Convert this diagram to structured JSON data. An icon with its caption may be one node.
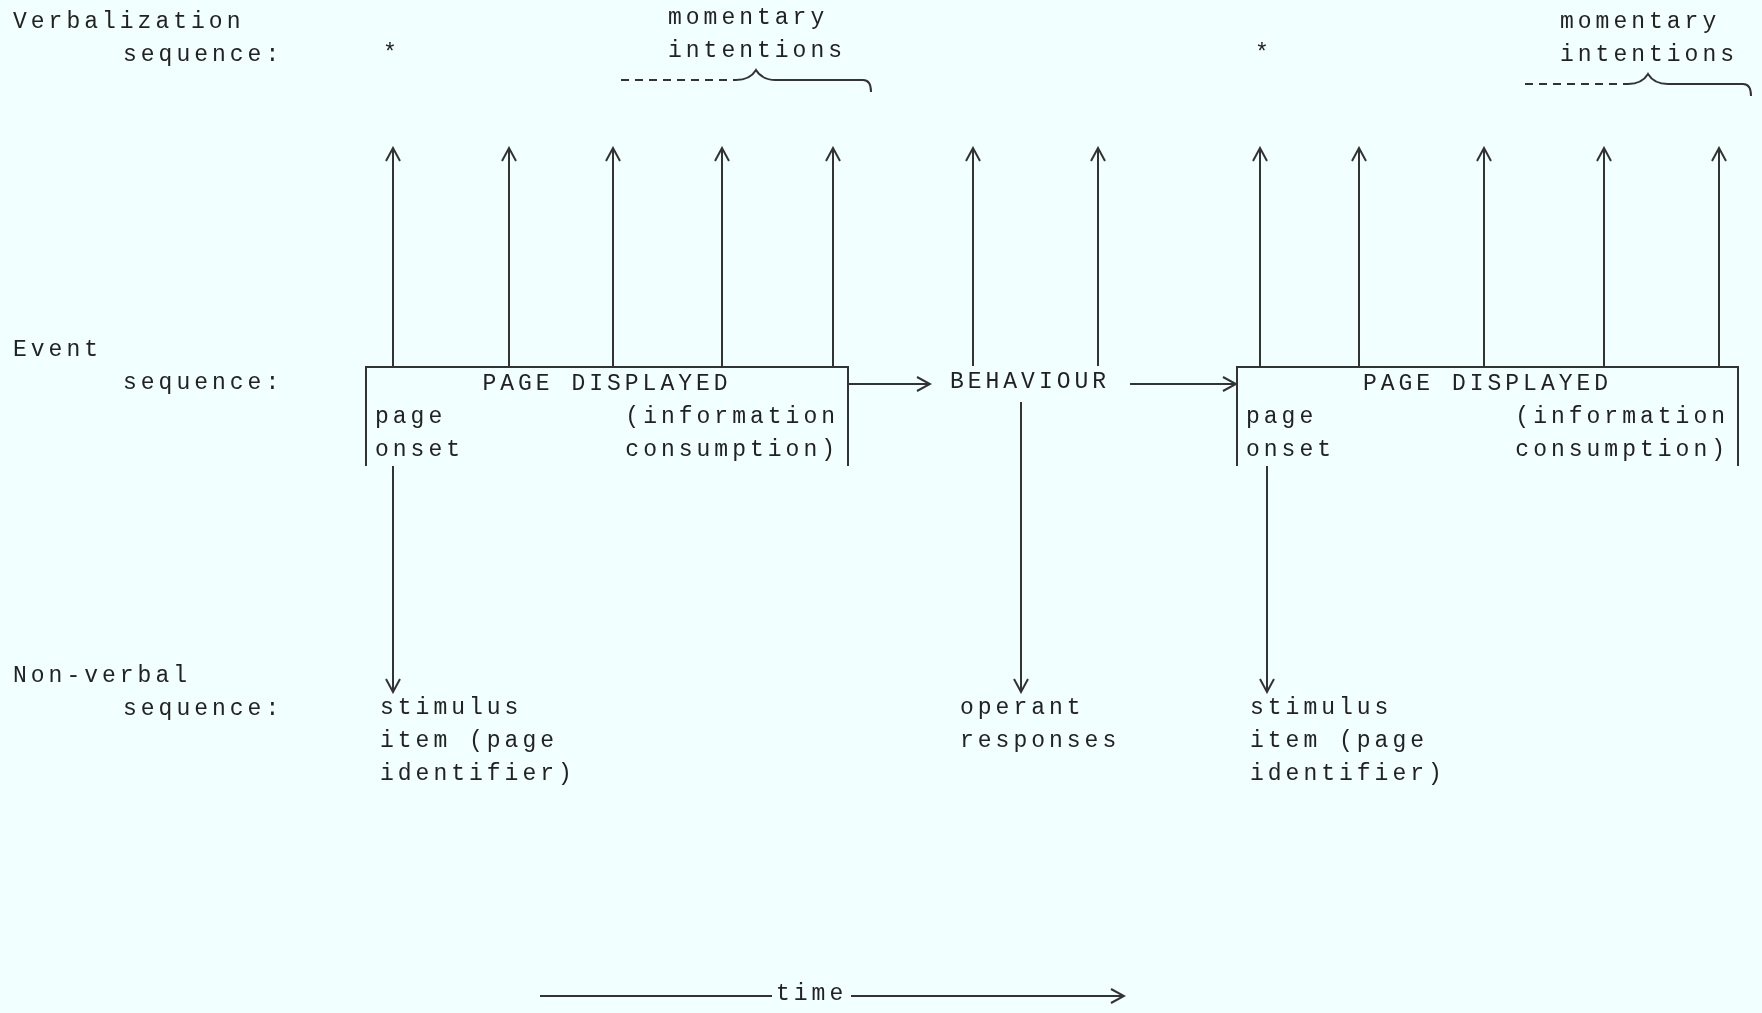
{
  "diagram": {
    "nodes": [
      {
        "text": [
          "PAGE DISPLAYED",
          "page onset",
          "(information consumption)"
        ]
      },
      {
        "text": [
          "BEHAVIOUR"
        ]
      },
      {
        "text": [
          "PAGE DISPLAYED",
          "page onset",
          "(information consumption)"
        ]
      },
      {
        "text": [
          "stimulus item (page identifier)"
        ]
      },
      {
        "text": [
          "operant responses"
        ]
      },
      {
        "text": [
          "stimulus item (page identifier)"
        ]
      }
    ],
    "edges": [
      {
        "from": 0,
        "to": null,
        "arrow": "to"
      },
      {
        "from": 0,
        "to": null,
        "arrow": "to"
      },
      {
        "from": 0,
        "to": null,
        "arrow": "to"
      },
      {
        "from": 0,
        "to": null,
        "arrow": "to"
      },
      {
        "from": 0,
        "to": null,
        "arrow": "to"
      },
      {
        "from": 1,
        "to": null,
        "arrow": "to"
      },
      {
        "from": 1,
        "to": null,
        "arrow": "to"
      },
      {
        "from": 2,
        "to": null,
        "arrow": "to"
      },
      {
        "from": 2,
        "to": null,
        "arrow": "to"
      },
      {
        "from": 2,
        "to": null,
        "arrow": "to"
      },
      {
        "from": 2,
        "to": null,
        "arrow": "to"
      },
      {
        "from": 2,
        "to": null,
        "arrow": "to"
      },
      {
        "from": 0,
        "to": 1,
        "arrow": "to"
      },
      {
        "from": 1,
        "to": 2,
        "arrow": "to"
      },
      {
        "from": 0,
        "to": 3,
        "arrow": "to"
      },
      {
        "from": 1,
        "to": 4,
        "arrow": "to"
      },
      {
        "from": 2,
        "to": 5,
        "arrow": "to"
      }
    ],
    "labels": [
      "Verbalization sequence:",
      "*",
      "momentary intentions",
      "*",
      "momentary intentions",
      "Event sequence:",
      "Non-verbal sequence:",
      "time"
    ]
  }
}
